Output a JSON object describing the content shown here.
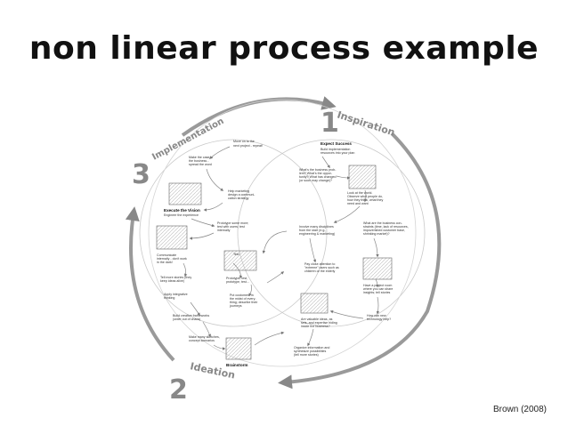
{
  "title": "non linear process example",
  "credit": "Brown (2008)",
  "phases": [
    {
      "number": "1",
      "label": "Inspiration"
    },
    {
      "number": "2",
      "label": "Ideation"
    },
    {
      "number": "3",
      "label": "Implementation"
    }
  ],
  "headings": {
    "expert": "Expect Success",
    "execute": "Execute the Vision",
    "execute_sub": "Engineer the experience",
    "brainstorm": "Brainstorm"
  },
  "notes": {
    "n1": "Move on to the",
    "n1b": "next project - repeat!",
    "n2": "Build implementation",
    "n2b": "resources into your plan",
    "n3": "Make the case in",
    "n3b": "the business -",
    "n3c": "spread the word",
    "n4": "What's the business prob-",
    "n4b": "lem? What's the oppor-",
    "n4c": "tunity? What has changed",
    "n4d": "(or soon may change)?",
    "n5": "Help marketing",
    "n5b": "design a communi-",
    "n5c": "cation strategy",
    "n6": "Look at the world.",
    "n6b": "Observe what people do,",
    "n6c": "how they think, what they",
    "n6d": "need and want",
    "n7": "Prototype some more;",
    "n7b": "test with users; test",
    "n7c": "internally",
    "n8": "Involve many disciplines",
    "n8b": "from the start (e.g.,",
    "n8c": "engineering & marketing)",
    "n9": "What are the business con-",
    "n9b": "straints (time, lack of resources,",
    "n9c": "impoverished customer base,",
    "n9d": "shrinking market)?",
    "n10": "Communicate",
    "n10b": "internally - don't work",
    "n10c": "in the dark!",
    "n11": "Test",
    "n12": "Pay close attention to",
    "n12b": "\"extreme\" users such as",
    "n12c": "children or the elderly",
    "n13": "Tell more stories (they",
    "n13b": "keep ideas alive)",
    "n14": "Prototype, test,",
    "n14b": "prototype, test...",
    "n15": "Have a project room",
    "n15b": "where you can share",
    "n15c": "insights; tell stories",
    "n16": "Apply integrative",
    "n16b": "thinking",
    "n17": "Put customers in",
    "n17b": "the midst of every-",
    "n17c": "thing; describe their",
    "n17d": "journeys",
    "n18": "How can new",
    "n18b": "technology help?",
    "n19": "Build creative frameworks",
    "n19b": "(order out of chaos)",
    "n20": "Are valuable ideas, as",
    "n20b": "sets, and expertise hiding",
    "n20c": "inside the business?",
    "n21": "Make many sketches,",
    "n21b": "concept scenarios",
    "n22": "Organize information and",
    "n22b": "synthesize possibilities",
    "n22c": "(tell more stories)"
  }
}
